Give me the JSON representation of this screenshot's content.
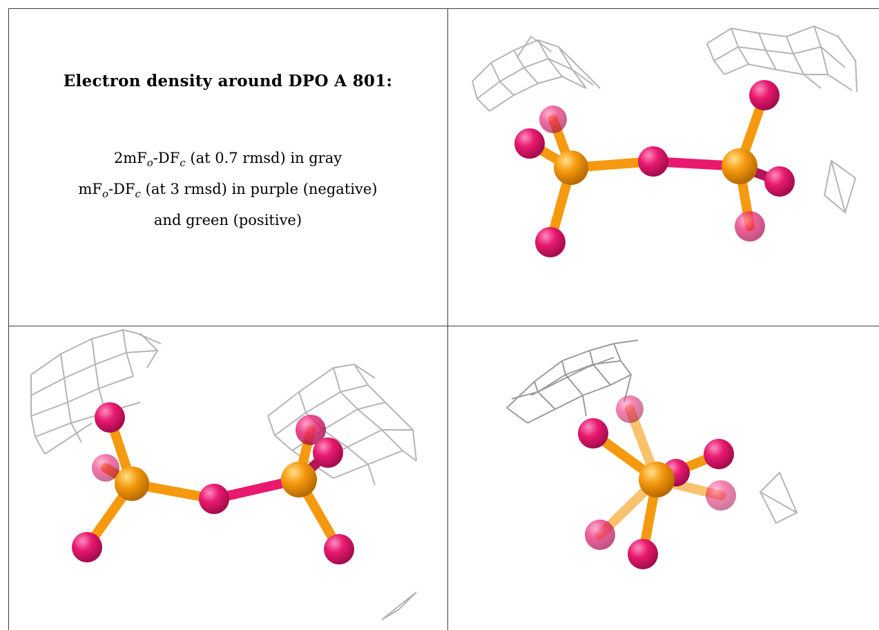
{
  "caption": {
    "title": "Electron density around DPO A 801:",
    "line1": {
      "prefix": "2mF",
      "sub1": "o",
      "mid": "-DF",
      "sub2": "c",
      "suffix": " (at 0.7 rmsd) in gray"
    },
    "line2": {
      "prefix": "mF",
      "sub1": "o",
      "mid": "-DF",
      "sub2": "c",
      "suffix": " (at 3 rmsd) in purple (negative)"
    },
    "line3": "and green (positive)"
  },
  "colors": {
    "oxygen": "#e8196e",
    "phosphorus": "#f59a0e",
    "density_mesh": "#b4b4b4",
    "border": "#3a3a3a"
  },
  "views": [
    {
      "name": "view-top-right"
    },
    {
      "name": "view-bottom-left"
    },
    {
      "name": "view-bottom-right"
    }
  ]
}
